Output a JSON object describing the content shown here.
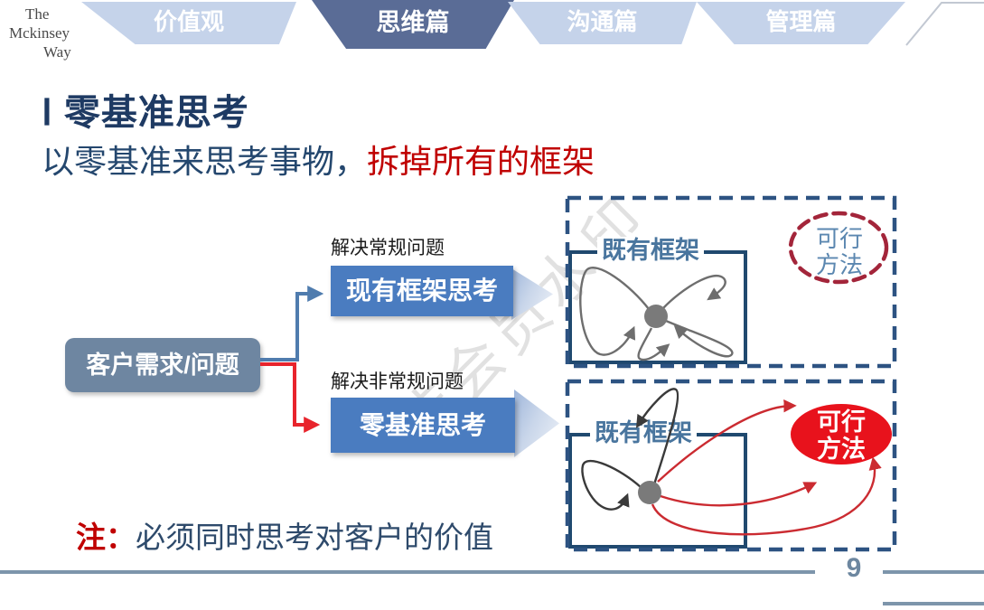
{
  "brand": {
    "line1": "The",
    "line2": "Mckinsey",
    "line3": "Way"
  },
  "nav": {
    "active_tab": "思维篇",
    "tabs": [
      {
        "label": "价值观",
        "active": false
      },
      {
        "label": "思维篇",
        "active": true
      },
      {
        "label": "沟通篇",
        "active": false
      },
      {
        "label": "管理篇",
        "active": false
      }
    ]
  },
  "title": "Ⅰ 零基准思考",
  "subtitle": {
    "lead": "以零基准来思考事物，",
    "emphasis": "拆掉所有的框架"
  },
  "flow": {
    "source_box": "客户需求/问题",
    "routine": {
      "label": "解决常规问题",
      "box": "现有框架思考"
    },
    "nonroutine": {
      "label": "解决非常规问题",
      "box": "零基准思考"
    }
  },
  "panels": {
    "top": {
      "frame_label": "既有框架",
      "method_line1": "可行",
      "method_line2": "方法"
    },
    "bottom": {
      "frame_label": "既有框架",
      "method_line1": "可行",
      "method_line2": "方法"
    }
  },
  "note": {
    "prefix": "注：",
    "text": "必须同时思考对客户的价值"
  },
  "footer": {
    "page_number": "9"
  },
  "watermark": "非会员水印",
  "colors": {
    "navy_title": "#1e3a63",
    "accent_blue_box": "#4a7cc0",
    "slate_source_box": "#6e86a1",
    "active_tab": "#5a6c96",
    "inactive_tab": "#c5d3ea",
    "emphasis_red": "#c00000",
    "connector_red": "#e8242c",
    "connector_blue": "#4f7cae",
    "frame_border": "#20496f",
    "dashed_border": "#2d5382",
    "method_ellipse_red": "#e8121c",
    "dashed_ellipse_red": "#a3253a",
    "footer_rule": "#7d95ab"
  }
}
